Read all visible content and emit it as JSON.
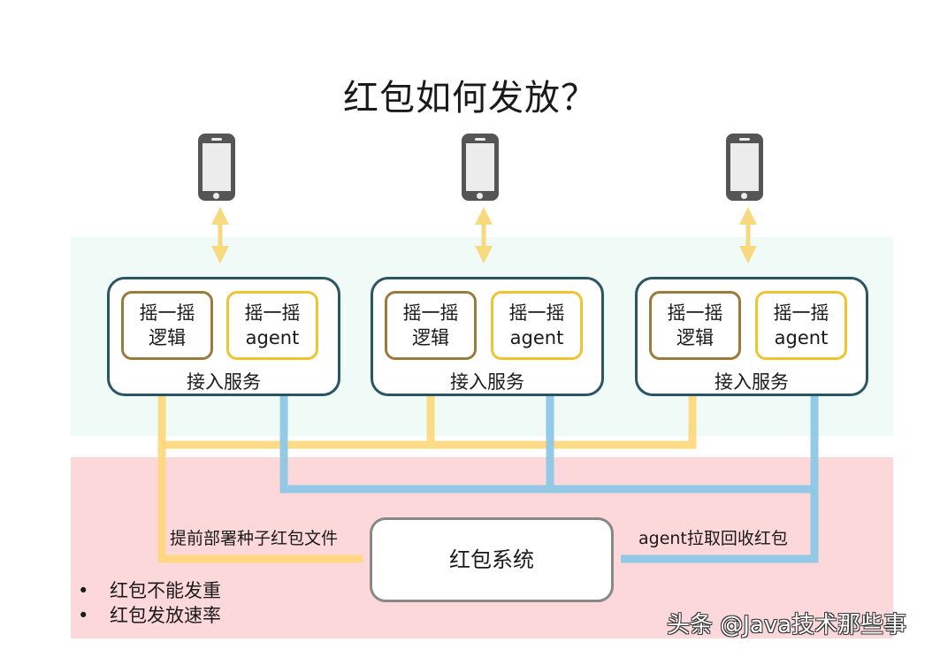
{
  "title": "红包如何发放？",
  "nodes": {
    "phones": [
      {
        "icon": "phone-icon"
      },
      {
        "icon": "phone-icon"
      },
      {
        "icon": "phone-icon"
      }
    ],
    "access_services": [
      {
        "label": "接入服务",
        "logic": {
          "line1": "摇一摇",
          "line2": "逻辑"
        },
        "agent": {
          "line1": "摇一摇",
          "line2": "agent"
        }
      },
      {
        "label": "接入服务",
        "logic": {
          "line1": "摇一摇",
          "line2": "逻辑"
        },
        "agent": {
          "line1": "摇一摇",
          "line2": "agent"
        }
      },
      {
        "label": "接入服务",
        "logic": {
          "line1": "摇一摇",
          "line2": "逻辑"
        },
        "agent": {
          "line1": "摇一摇",
          "line2": "agent"
        }
      }
    ],
    "red_packet_system": {
      "label": "红包系统"
    }
  },
  "edges": {
    "deploy": {
      "label": "提前部署种子红包文件",
      "color": "#fdd77a"
    },
    "pull": {
      "label": "agent拉取回收红包",
      "color": "#8dc8e6"
    },
    "phone_link_color": "#f9d97f",
    "internal_link_color": "#2c5564"
  },
  "bullets": [
    "红包不能发重",
    "红包发放速率"
  ],
  "bullet_glyph": "•",
  "watermark": "头条 @Java技术那些事",
  "colors": {
    "top_band": "#f0faf7",
    "bottom_band": "#fdd8da",
    "service_border": "#2c5564",
    "logic_border": "#9a7b3a",
    "agent_border": "#f0c330"
  }
}
